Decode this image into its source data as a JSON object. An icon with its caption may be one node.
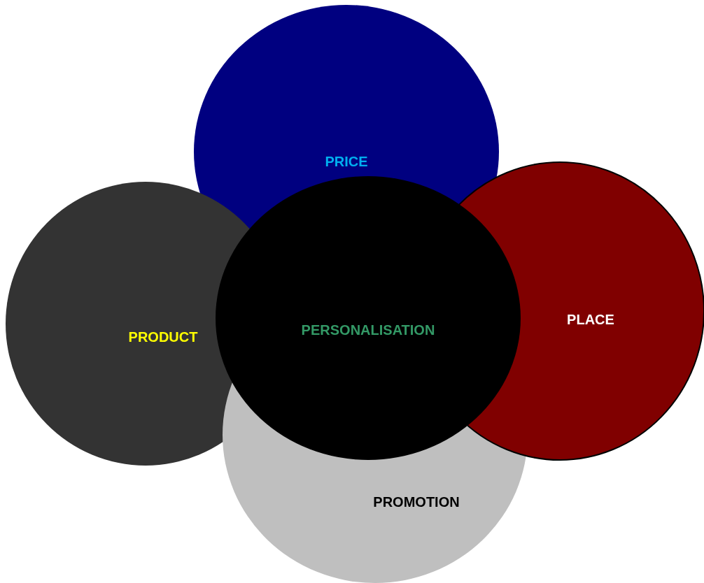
{
  "diagram": {
    "nodes": [
      {
        "text": [
          "PRICE"
        ]
      },
      {
        "text": [
          "PRODUCT"
        ]
      },
      {
        "text": [
          "PROMOTION"
        ]
      },
      {
        "text": [
          "PLACE"
        ]
      },
      {
        "text": [
          "PERSONALISATION"
        ]
      }
    ]
  }
}
